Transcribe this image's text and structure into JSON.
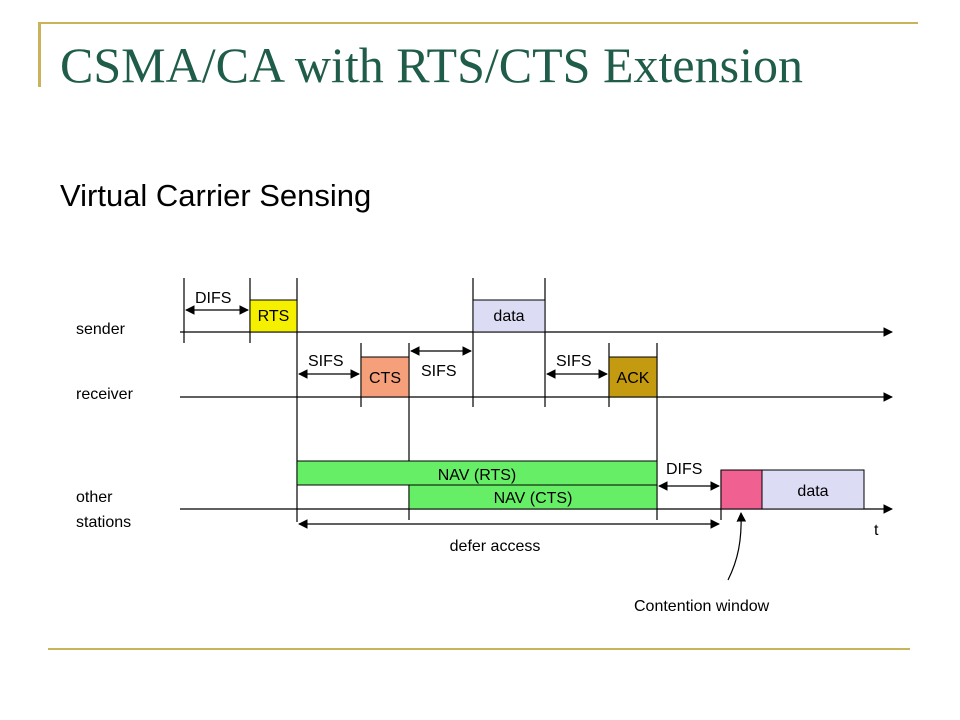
{
  "slide": {
    "title": "CSMA/CA with RTS/CTS Extension",
    "subtitle": "Virtual Carrier Sensing"
  },
  "rows": {
    "sender": "sender",
    "receiver": "receiver",
    "other_line1": "other",
    "other_line2": "stations"
  },
  "frames": {
    "rts": "RTS",
    "data_sender": "data",
    "cts": "CTS",
    "ack": "ACK",
    "data_other": "data"
  },
  "intervals": {
    "difs_sender": "DIFS",
    "sifs_1": "SIFS",
    "sifs_2": "SIFS",
    "sifs_3": "SIFS",
    "difs_other": "DIFS"
  },
  "nav": {
    "rts": "NAV (RTS)",
    "cts": "NAV (CTS)"
  },
  "labels": {
    "defer_access": "defer access",
    "time": "t",
    "contention_window": "Contention window"
  },
  "colors": {
    "title": "#1f5c4a",
    "accent_rule": "#c9b45c",
    "rts": "#f5f000",
    "data": "#dcdcf5",
    "cts": "#f5a07a",
    "ack": "#c39a10",
    "nav": "#66ee66",
    "contention": "#f06090"
  }
}
